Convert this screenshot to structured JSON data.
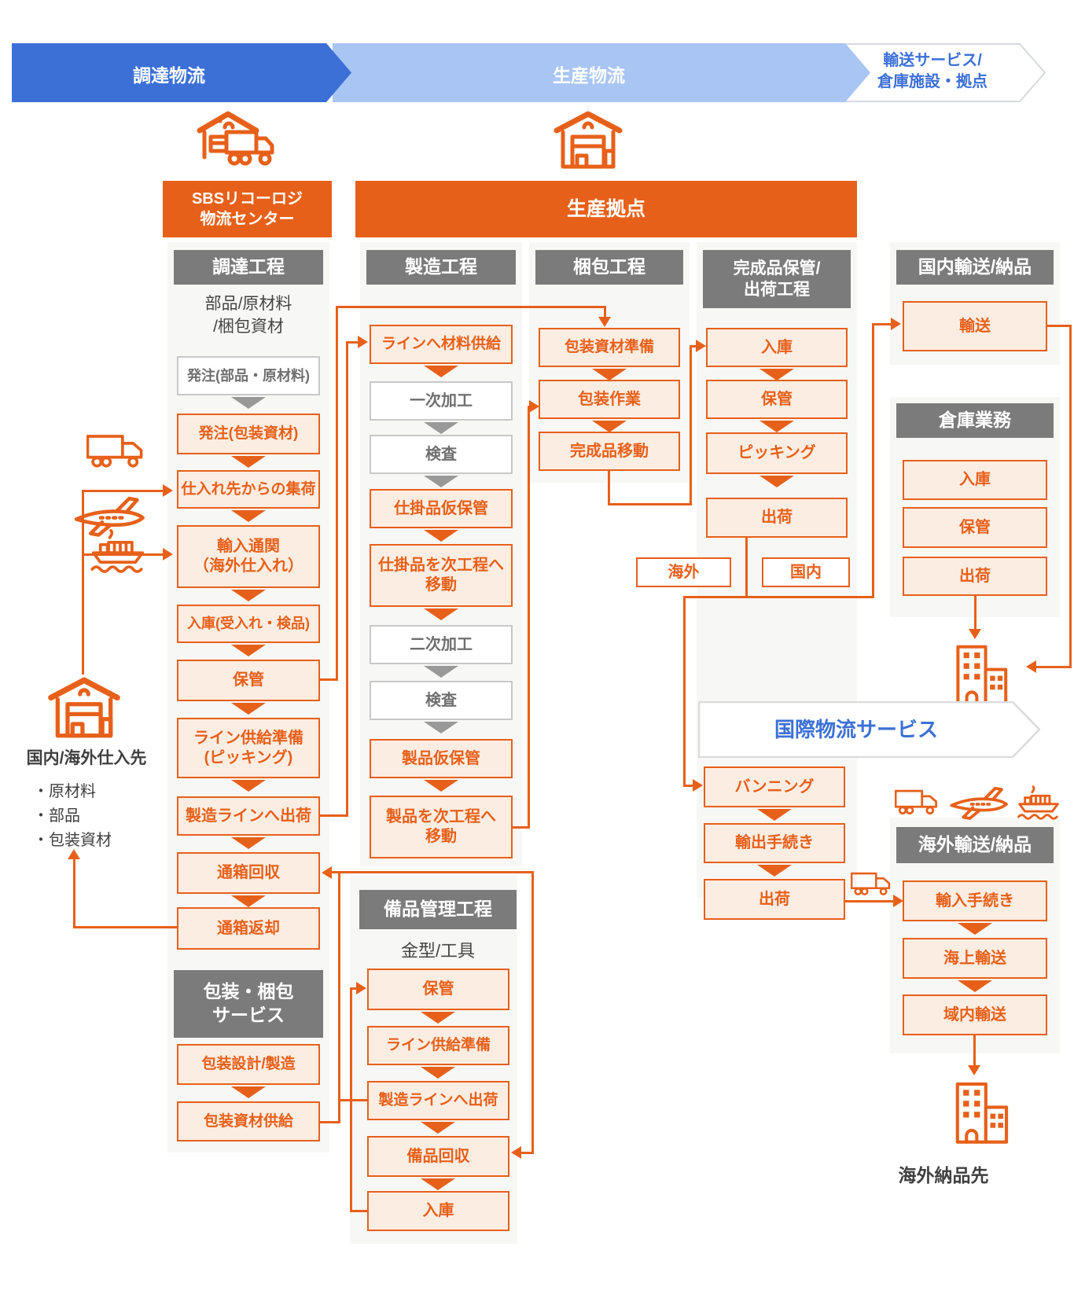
{
  "banner": {
    "stages": [
      {
        "label": "調達物流"
      },
      {
        "label": "生産物流"
      },
      {
        "label": "輸送サービス/\n倉庫施設・拠点"
      }
    ]
  },
  "headers": {
    "sbs_center": "SBSリコーロジ\n物流センター",
    "production_site": "生産拠点"
  },
  "col1": {
    "header": "調達工程",
    "intro": "部品/原材料\n/梱包資材",
    "steps": {
      "order_parts": "発注(部品・原材料)",
      "order_pack": "発注(包装資材)",
      "pickup": "仕入れ先からの集荷",
      "customs": "輸入通関\n（海外仕入れ）",
      "receiving": "入庫(受入れ・検品)",
      "storage": "保管",
      "line_prep": "ライン供給準備\n(ピッキング)",
      "ship_line": "製造ラインへ出荷",
      "box_collect": "通箱回収",
      "box_return": "通箱返却"
    },
    "packaging": {
      "header": "包装・梱包\nサービス",
      "design": "包装設計/製造",
      "supply": "包装資材供給"
    }
  },
  "col2": {
    "header": "製造工程",
    "steps": {
      "supply": "ラインへ材料供給",
      "proc1": "一次加工",
      "inspect1": "検査",
      "wip_store": "仕掛品仮保管",
      "wip_move": "仕掛品を次工程へ\n移動",
      "proc2": "二次加工",
      "inspect2": "検査",
      "prod_store": "製品仮保管",
      "prod_move": "製品を次工程へ\n移動"
    }
  },
  "bihin": {
    "header": "備品管理工程",
    "intro": "金型/工具",
    "steps": {
      "storage": "保管",
      "prep": "ライン供給準備",
      "ship": "製造ラインへ出荷",
      "collect": "備品回収",
      "stock": "入庫"
    }
  },
  "col3": {
    "header": "梱包工程",
    "steps": {
      "prep": "包装資材準備",
      "work": "包装作業",
      "move": "完成品移動"
    }
  },
  "col4": {
    "header": "完成品保管/\n出荷工程",
    "steps": {
      "stock": "入庫",
      "storage": "保管",
      "picking": "ピッキング",
      "ship": "出荷"
    },
    "branch": {
      "overseas": "海外",
      "domestic": "国内"
    }
  },
  "right": {
    "kokunai": {
      "header": "国内輸送/納品",
      "transport": "輸送"
    },
    "souko": {
      "header": "倉庫業務",
      "steps": [
        "入庫",
        "保管",
        "出荷"
      ]
    },
    "intl_banner": "国際物流サービス",
    "intl": {
      "vanning": "バンニング",
      "export": "輸出手続き",
      "ship": "出荷"
    },
    "kaigai": {
      "header": "海外輸送/納品",
      "import": "輸入手続き",
      "sea": "海上輸送",
      "region": "域内輸送",
      "destination": "海外納品先"
    }
  },
  "supplier": {
    "title": "国内/海外仕入先",
    "items": [
      "・原材料",
      "・部品",
      "・包装資材"
    ]
  },
  "colors": {
    "orange": "#E7601A",
    "orange_fill": "#FCEDE2",
    "blue_dark": "#3C70D7",
    "blue_light": "#A9C5F3",
    "gray_header": "#7B7B7B"
  }
}
